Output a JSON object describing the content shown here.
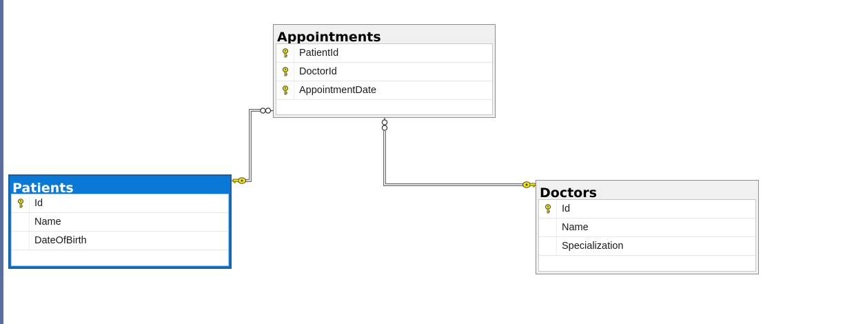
{
  "diagram": {
    "tables": {
      "appointments": {
        "title": "Appointments",
        "selected": false,
        "columns": [
          {
            "name": "PatientId",
            "primary_key": true
          },
          {
            "name": "DoctorId",
            "primary_key": true
          },
          {
            "name": "AppointmentDate",
            "primary_key": true
          }
        ]
      },
      "patients": {
        "title": "Patients",
        "selected": true,
        "columns": [
          {
            "name": "Id",
            "primary_key": true
          },
          {
            "name": "Name",
            "primary_key": false
          },
          {
            "name": "DateOfBirth",
            "primary_key": false
          }
        ]
      },
      "doctors": {
        "title": "Doctors",
        "selected": false,
        "columns": [
          {
            "name": "Id",
            "primary_key": true
          },
          {
            "name": "Name",
            "primary_key": false
          },
          {
            "name": "Specialization",
            "primary_key": false
          }
        ]
      }
    },
    "relationships": [
      {
        "from": "patients",
        "to": "appointments",
        "one_end": "key-icon",
        "many_end": "infinity-icon"
      },
      {
        "from": "doctors",
        "to": "appointments",
        "one_end": "key-icon",
        "many_end": "infinity-icon"
      }
    ],
    "colors": {
      "selected_header": "#0a78d7",
      "key_icon": "#f5e400",
      "connector": "#707070",
      "canvas_strip": "#5b6d9c"
    }
  }
}
